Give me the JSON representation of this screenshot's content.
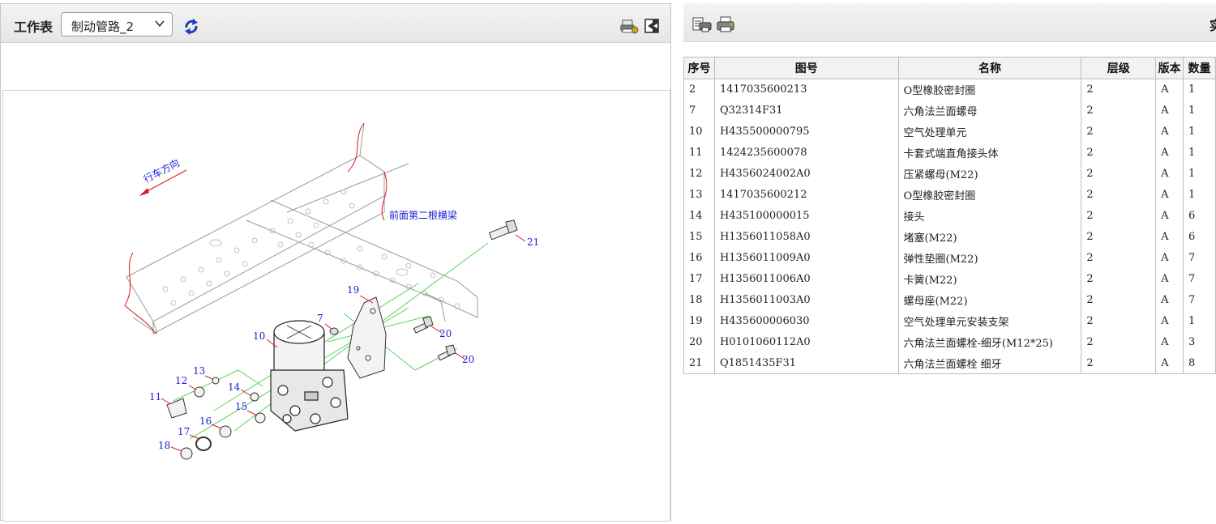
{
  "worksheet": {
    "label": "工作表",
    "selected": "制动管路_2"
  },
  "toolbar_icons": [
    "refresh-icon",
    "print-icon",
    "exit-icon"
  ],
  "right_toolbar": {
    "icons": [
      "export-icon",
      "print-table-icon"
    ],
    "cut_text": "实"
  },
  "drawing": {
    "direction_label": "行车方向",
    "crossbeam_label": "前面第二根横梁",
    "callouts": [
      "21",
      "19",
      "7",
      "20",
      "10",
      "20",
      "13",
      "12",
      "14",
      "11",
      "15",
      "16",
      "17",
      "18"
    ]
  },
  "table": {
    "headers": [
      "序号",
      "图号",
      "名称",
      "层级",
      "版本",
      "数量"
    ],
    "rows": [
      [
        "2",
        "1417035600213",
        "O型橡胶密封圈",
        "2",
        "A",
        "1"
      ],
      [
        "7",
        "Q32314F31",
        "六角法兰面螺母",
        "2",
        "A",
        "1"
      ],
      [
        "10",
        "H435500000795",
        "空气处理单元",
        "2",
        "A",
        "1"
      ],
      [
        "11",
        "1424235600078",
        "卡套式端直角接头体",
        "2",
        "A",
        "1"
      ],
      [
        "12",
        "H4356024002A0",
        "压紧螺母(M22)",
        "2",
        "A",
        "1"
      ],
      [
        "13",
        "1417035600212",
        "O型橡胶密封圈",
        "2",
        "A",
        "1"
      ],
      [
        "14",
        "H435100000015",
        "接头",
        "2",
        "A",
        "6"
      ],
      [
        "15",
        "H1356011058A0",
        "堵塞(M22)",
        "2",
        "A",
        "6"
      ],
      [
        "16",
        "H1356011009A0",
        "弹性垫圈(M22)",
        "2",
        "A",
        "7"
      ],
      [
        "17",
        "H1356011006A0",
        "卡簧(M22)",
        "2",
        "A",
        "7"
      ],
      [
        "18",
        "H1356011003A0",
        "螺母座(M22)",
        "2",
        "A",
        "7"
      ],
      [
        "19",
        "H435600006030",
        "空气处理单元安装支架",
        "2",
        "A",
        "1"
      ],
      [
        "20",
        "H0101060112A0",
        "六角法兰面螺栓-细牙(M12*25)",
        "2",
        "A",
        "3"
      ],
      [
        "21",
        "Q1851435F31",
        "六角法兰面螺栓 细牙",
        "2",
        "A",
        "8"
      ]
    ]
  },
  "colors": {
    "callout": "#1a1ad6",
    "leader": "#d81b1b",
    "centerline": "#5ad25a",
    "refresh": "#1b3fb5"
  }
}
